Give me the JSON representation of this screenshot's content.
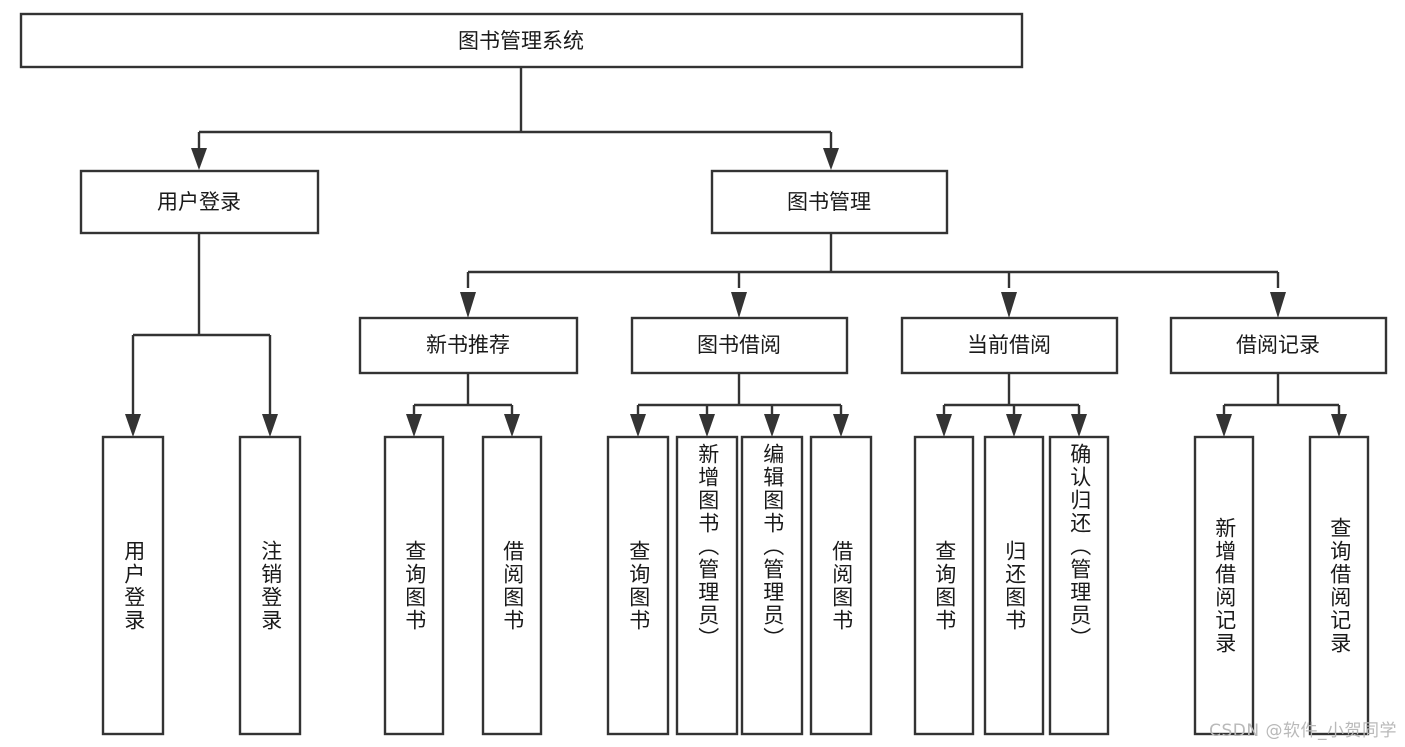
{
  "diagram": {
    "type": "tree-hierarchy",
    "title": "图书管理系统",
    "watermark": "CSDN @软件_小贺同学",
    "colors": {
      "stroke": "#333333",
      "fill": "#ffffff",
      "text": "#1a1a1a",
      "watermark": "#b9b9b9"
    },
    "root": {
      "label": "图书管理系统"
    },
    "level1": [
      {
        "label": "用户登录"
      },
      {
        "label": "图书管理"
      }
    ],
    "level2": [
      {
        "label": "新书推荐"
      },
      {
        "label": "图书借阅"
      },
      {
        "label": "当前借阅"
      },
      {
        "label": "借阅记录"
      }
    ],
    "leaves": {
      "user_login": [
        {
          "label": "用户登录"
        },
        {
          "label": "注销登录"
        }
      ],
      "new_book_recommend": [
        {
          "label": "查询图书"
        },
        {
          "label": "借阅图书"
        }
      ],
      "book_borrow": [
        {
          "label": "查询图书"
        },
        {
          "label": "新增图书（管理员）"
        },
        {
          "label": "编辑图书（管理员）"
        },
        {
          "label": "借阅图书"
        }
      ],
      "current_borrow": [
        {
          "label": "查询图书"
        },
        {
          "label": "归还图书"
        },
        {
          "label": "确认归还（管理员）"
        }
      ],
      "borrow_record": [
        {
          "label": "新增借阅记录"
        },
        {
          "label": "查询借阅记录"
        }
      ]
    }
  }
}
